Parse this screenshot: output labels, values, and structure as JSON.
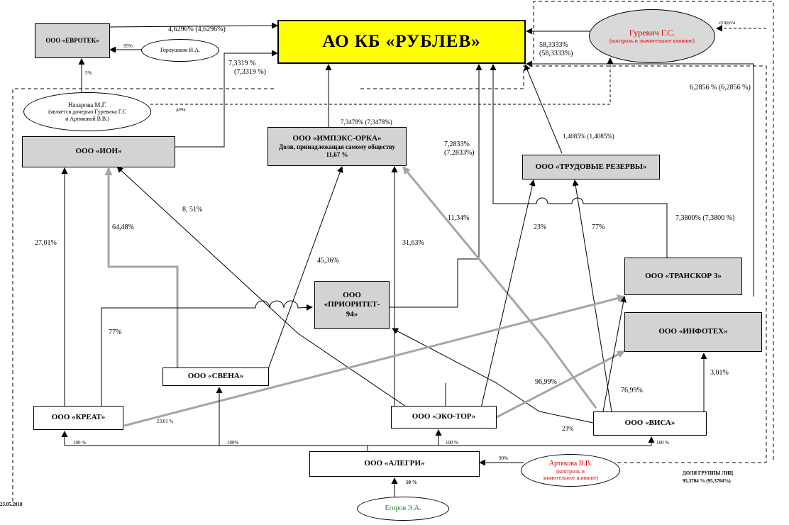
{
  "nodes": {
    "main": "АО КБ «РУБЛЕВ»",
    "evrotek": "ООО «ЕВРОТЕК»",
    "ion": "ООО «ИОН»",
    "impeks_title": "ООО «ИМПЭКС-ОРКА»",
    "impeks_sub": "Доля, принадлежащая самому обществу",
    "impeks_sub_pct": "11,67 %",
    "trud": "ООО «ТРУДОВЫЕ РЕЗЕРВЫ»",
    "transkor": "ООО «ТРАНСКОР 3»",
    "infoteh": "ООО «ИНФОТЕХ»",
    "prioritet_l1": "ООО",
    "prioritet_l2": "«ПРИОРИТЕТ-",
    "prioritet_l3": "94»",
    "svena": "ООО «СВЕНА»",
    "kreat": "ООО «КРЕАТ»",
    "ekotor": "ООО «ЭКО-ТОР»",
    "visa": "ООО «ВИСА»",
    "alegri": "ООО «АЛЕГРИ»"
  },
  "persons": {
    "gurevich_name": "Гуревич Г.С.",
    "gurevich_note": "(контроль и значительное влияние)",
    "gorlushkin": "Горлушкин И.А.",
    "nazarova_l1": "Назарова М.Г.",
    "nazarova_l2": "(является дочерью Гуревича Г.С",
    "nazarova_l3": "и Артяковой В.В.)",
    "artyakova_name": "Артякова В.В.",
    "artyakova_note1": "(контроль и",
    "artyakova_note2": "значительное влияние)",
    "egorov": "Егоров Э.А."
  },
  "labels": {
    "evrotek_main": "4,6296% (4,6296%)",
    "gorlushkin_evrotek": "95%",
    "nazarova_evrotek": "5%",
    "ion_main_1": "7,3319 %",
    "ion_main_2": "(7,3319 %)",
    "gurevich_main_1": "58,3333%",
    "gurevich_main_2": "(58,3333%)",
    "spouse": "супруга",
    "daughter": "дочь",
    "infoteh_main": "6,2856 % (6,2856 %)",
    "impeks_main": "7,3478% (7,3478%)",
    "eko_main_1": "7,2833%",
    "eko_main_2": "(7,2833%)",
    "trud_main": "1,4085% (1,4085%)",
    "transkor_main": "7,3800% (7,3800 %)",
    "svena_ion": "8, 51%",
    "kreat_ion": "27,01%",
    "svena_ion_grey": "64,48%",
    "prior_impeks": "45,36%",
    "eko_impeks": "31,63%",
    "visa_impeks": "11,34%",
    "eko_trud": "23%",
    "visa_trud": "77%",
    "kreat_prior": "77%",
    "kreat_transkor": "23,01 %",
    "eko_infoteh": "96,99%",
    "visa_prior": "76,99%",
    "visa_infoteh": "3,01%",
    "eko_visa": "23%",
    "alegri_kreat": "100 %",
    "alegri_svena": "100%",
    "alegri_eko": "100 %",
    "alegri_visa": "100 %",
    "artyakova_alegri": "90%",
    "egorov_alegri": "10 %",
    "group_share_1": "ДОЛЯ ГРУППЫ ЛИЦ",
    "group_share_2": "95,3704 %  (95,3704%)",
    "date": "23.05.2018"
  }
}
